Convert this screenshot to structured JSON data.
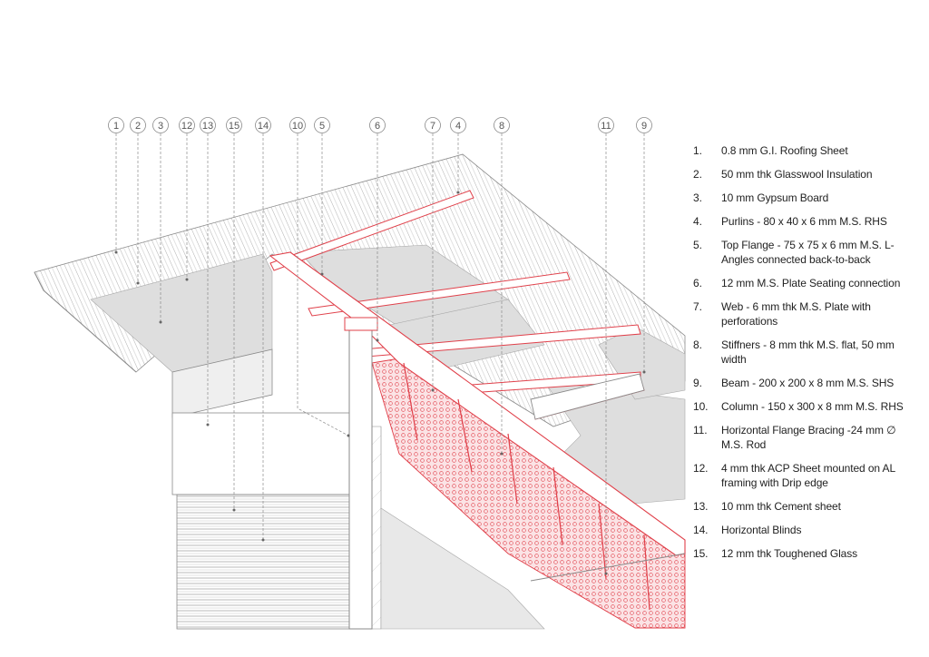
{
  "callouts": [
    "1",
    "2",
    "3",
    "12",
    "13",
    "15",
    "14",
    "10",
    "5",
    "6",
    "7",
    "4",
    "8",
    "11",
    "9"
  ],
  "legend": [
    {
      "num": "1.",
      "text": "0.8 mm G.I. Roofing Sheet"
    },
    {
      "num": "2.",
      "text": "50 mm thk Glasswool Insulation"
    },
    {
      "num": "3.",
      "text": "10 mm Gypsum Board"
    },
    {
      "num": "4.",
      "text": "Purlins - 80 x 40 x 6 mm M.S. RHS"
    },
    {
      "num": "5.",
      "text": "Top Flange - 75 x 75 x 6 mm M.S. L-Angles connected back-to-back"
    },
    {
      "num": "6.",
      "text": "12 mm M.S. Plate Seating connection"
    },
    {
      "num": "7.",
      "text": "Web - 6 mm thk M.S. Plate with perforations"
    },
    {
      "num": "8.",
      "text": "Stiffners - 8 mm thk M.S. flat, 50 mm width"
    },
    {
      "num": "9.",
      "text": "Beam - 200 x 200 x 8 mm M.S. SHS"
    },
    {
      "num": "10.",
      "text": "Column - 150 x 300 x 8 mm M.S. RHS"
    },
    {
      "num": "11.",
      "text": "Horizontal Flange Bracing  -24 mm ∅ M.S. Rod"
    },
    {
      "num": "12.",
      "text": "4 mm thk ACP Sheet mounted on AL framing with Drip edge"
    },
    {
      "num": "13.",
      "text": "10 mm thk Cement sheet"
    },
    {
      "num": "14.",
      "text": "Horizontal Blinds"
    },
    {
      "num": "15.",
      "text": "12 mm thk Toughened Glass"
    }
  ],
  "colors": {
    "line": "#8a8a8a",
    "fill_grey": "#dedede",
    "accent_red": "#e0404a",
    "mesh_red": "#f3c9cc"
  }
}
